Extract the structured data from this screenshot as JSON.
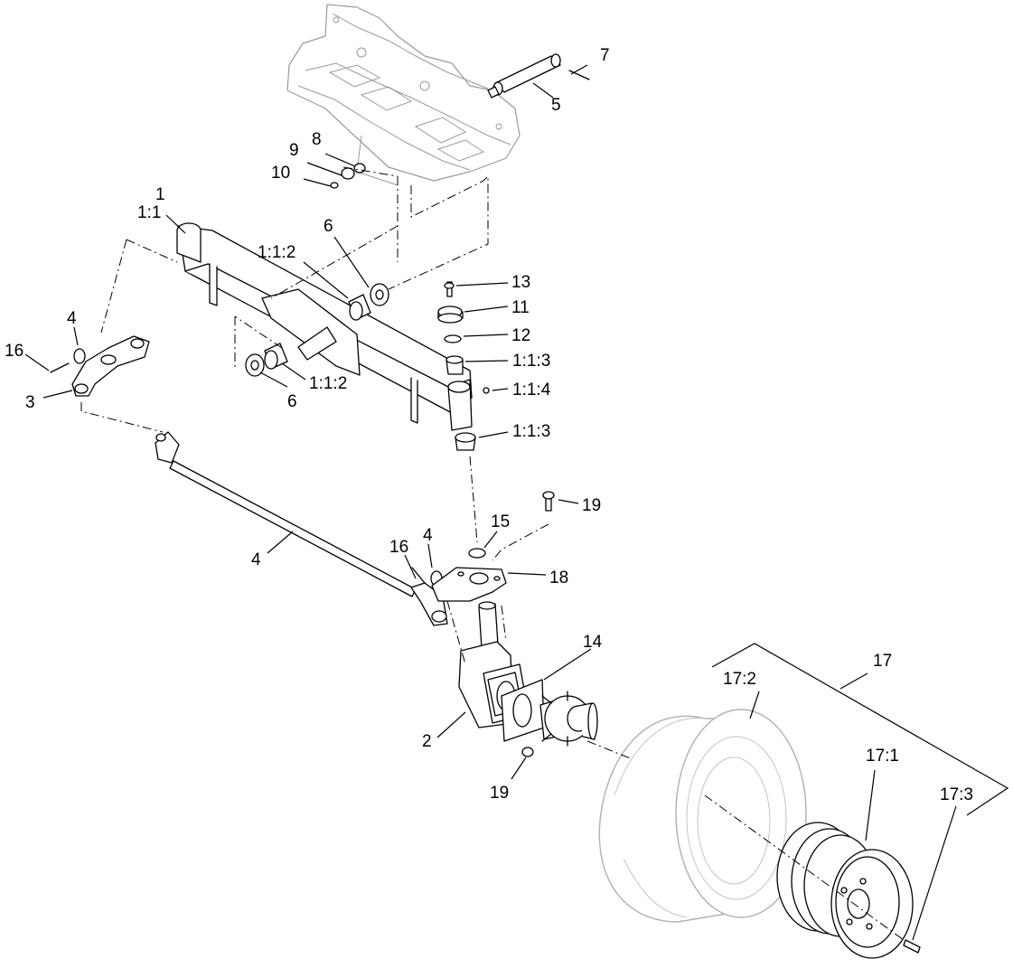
{
  "callouts": {
    "c1": "1",
    "c1_1": "1:1",
    "c1_1_2_top": "1:1:2",
    "c1_1_2_bottom": "1:1:2",
    "c1_1_3_top": "1:1:3",
    "c1_1_3_bottom": "1:1:3",
    "c1_1_4": "1:1:4",
    "c2": "2",
    "c3": "3",
    "c4_left": "4",
    "c4_rod": "4",
    "c4_right": "4",
    "c5": "5",
    "c6_top": "6",
    "c6_bottom": "6",
    "c7": "7",
    "c8": "8",
    "c9": "9",
    "c10": "10",
    "c11": "11",
    "c12": "12",
    "c13": "13",
    "c14": "14",
    "c15": "15",
    "c16_left": "16",
    "c16_right": "16",
    "c17": "17",
    "c17_1": "17:1",
    "c17_2": "17:2",
    "c17_3": "17:3",
    "c18": "18",
    "c19_top": "19",
    "c19_bottom": "19"
  }
}
